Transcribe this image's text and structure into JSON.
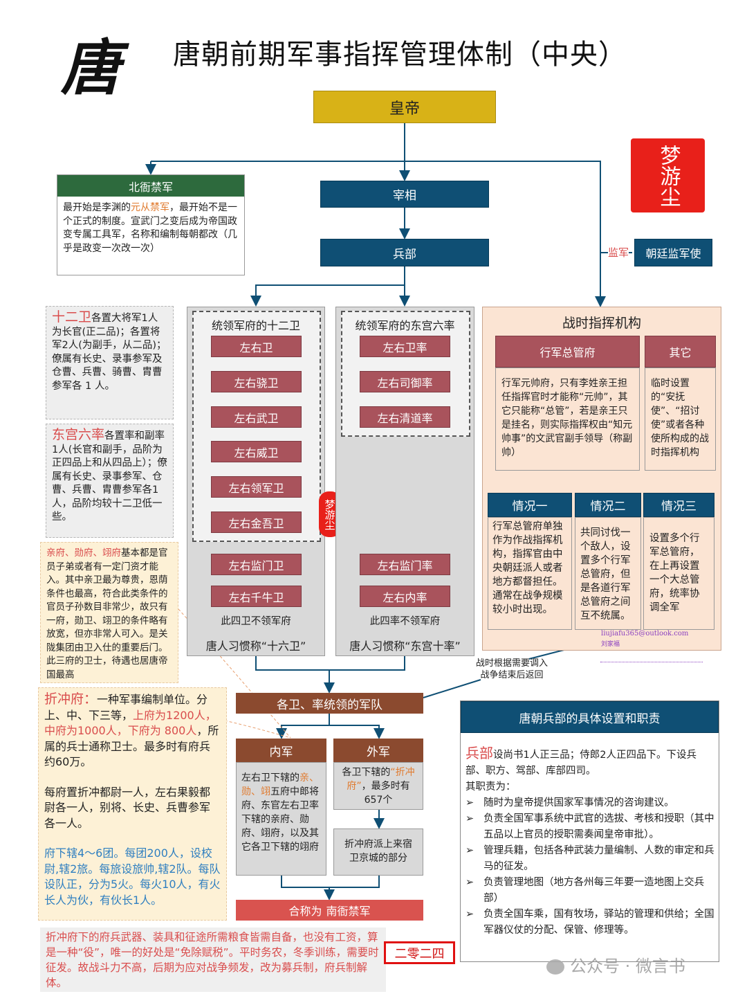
{
  "header": {
    "logo_char": "唐",
    "title": "唐朝前期军事指挥管理体制（中央）"
  },
  "seal": {
    "text": "梦游尘",
    "color": "#e8201a"
  },
  "colors": {
    "gold": "#d8b217",
    "navy": "#0f4f74",
    "green": "#2d6a3d",
    "rail": "#a9535c",
    "brown": "#8b4a2f",
    "red": "#d9534f"
  },
  "emperor": "皇帝",
  "chancellor": "宰相",
  "war_ministry": "兵部",
  "supervisor": {
    "label": "监军",
    "box": "朝廷监军使"
  },
  "beiya": {
    "title": "北衙禁军",
    "text_a": "最开始是李渊的",
    "text_highlight": "元从禁军",
    "text_b": "，最开始不是一个正式的制度。宣武门之变后成为帝国政变专属工具军，名称和编制每朝都改（几乎是政变一次改一次）"
  },
  "notes": {
    "twelve": {
      "key": "十二卫",
      "text": "各置大将军1人为长官(正二品)；各置将军2人(为副手，从二品)；僚属有长史、录事参军及仓曹、兵曹、骑曹、胄曹参军各 1 人。"
    },
    "six": {
      "key": "东宫六率",
      "text": "各置率和副率1人(长官和副手，品阶为正四品上和从四品上）；僚属有长史、录事参军、仓曹、兵曹、胄曹参军各1人，品阶均较十二卫低一些。"
    },
    "fu": {
      "key": "亲府、勋府、翊府",
      "text": "基本都是官员子弟或者有一定门资才能入。其中亲卫最为尊贵，恩荫条件也最高，符合此类条件的官员子孙数目非常少，故只有一府，勋卫、翊卫的条件略有放宽，但亦非常人可入。是关陇集团由卫入仕的重要后门。此三府的卫士，待遇也居唐帝国最高"
    }
  },
  "guards": {
    "title": "统领军府的十二卫",
    "items": [
      "左右卫",
      "左右骁卫",
      "左右武卫",
      "左右威卫",
      "左右领军卫",
      "左右金吾卫"
    ],
    "extra": [
      "左右监门卫",
      "左右千牛卫"
    ],
    "extra_note": "此四卫不领军府",
    "footer": "唐人习惯称“十六卫”"
  },
  "crown": {
    "title": "统领军府的东宫六率",
    "items": [
      "左右卫率",
      "左右司御率",
      "左右清道率"
    ],
    "extra": [
      "左右监门率",
      "左右内率"
    ],
    "extra_note": "此四率不领军府",
    "footer": "唐人习惯称“东宫十率”"
  },
  "wartime": {
    "title": "战时指挥机构",
    "xingjun": {
      "title": "行军总管府",
      "text": "行军元帅府，只有李姓亲王担任指挥官时才能称“元帅”，其它只能称“总管”，若是亲王只是挂名，则实际指挥权由“知元帅事”的文武官副手领导（称副帅）"
    },
    "other": {
      "title": "其它",
      "text": "临时设置的“安抚使”、“招讨使”或者各种使所构成的战时指挥机构"
    },
    "cases": [
      {
        "title": "情况一",
        "text": "行军总管府单独作为作战指挥机构，指挥官由中央朝廷派人或者地方都督担任。通常在战争规模较小时出现。"
      },
      {
        "title": "情况二",
        "text": "共同讨伐一个敌人，设置多个行军总管府，但是各道行军总管府之间互不统属。"
      },
      {
        "title": "情况三",
        "text": "设置多个行军总管府，在上再设置一个大总管府，统率协调全军"
      }
    ]
  },
  "watermark_small": {
    "email": "liujiafu365@outlook.com",
    "name": "刘家福"
  },
  "war_note": {
    "line1": "战时根据需要调入",
    "line2": "战争结束后返回"
  },
  "armies": {
    "title": "各卫、率统领的军队",
    "inner": {
      "title": "内军",
      "text_a": "左右卫下辖的",
      "text_highlight": "亲、勋、翊",
      "text_b": "五府中郎将府、东官左右卫率下辖的亲府、勋府、翊府，以及其它各卫下辖的翊府"
    },
    "outer": {
      "title": "外军",
      "text_a": "各卫下辖的",
      "text_highlight": "“折冲府”",
      "text_b": "，最多时有657个"
    },
    "outer_sub": "折冲府派上来宿卫京城的部分",
    "merged_a": "合称为",
    "merged_b": "南衙禁军"
  },
  "zhechong": {
    "key": "折冲府：",
    "text1": "一种军事编制单位。分上、中、下三等，",
    "red1": "上府为1200人，中府为1000人，下府为 800人",
    "text2": "，所属的兵士通称卫士。最多时有府兵约60万。",
    "para2": "每府置折冲都尉一人，左右果毅都尉各一人，别将、长史、兵曹参军各一人。",
    "para3": "府下辖4～6团。每团200人，设校尉,辖2旅。每旅设旅帅,辖2队。每队设队正，分为5火。每火10人，有火长人为伙，有伙长1人。"
  },
  "bottom_note": "折冲府下的府兵武器、装具和征途所需粮食皆需自备，也没有工资，算是一种“役”，唯一的好处是“免除赋税”。平时务农，冬季训练，需要时征发。故战斗力不高，后期为应对战争频发，改为募兵制，府兵制解体。",
  "year_stamp": "二零二四",
  "ministry_detail": {
    "title": "唐朝兵部的具体设置和职责",
    "key": "兵部",
    "intro": "设尚书1人正三品；侍郎2人正四品下。下设兵部、职方、驾部、库部四司。",
    "duty_label": "其职责为：",
    "duties": [
      "随时为皇帝提供国家军事情况的咨询建议。",
      "负责全国军事系统中武官的选拔、考核和授职（其中五品以上官员的授职需奏闻皇帝审批）。",
      "管理兵籍，包括各种武装力量编制、人数的审定和兵马的征发。",
      "负责管理地图（地方各州每三年要一造地图上交兵部）",
      "负责全国车乘，国有牧场，驿站的管理和供给；全国军器仪仗的分配、保管、修理等。"
    ]
  },
  "wechat": "公众号 · 微言书"
}
